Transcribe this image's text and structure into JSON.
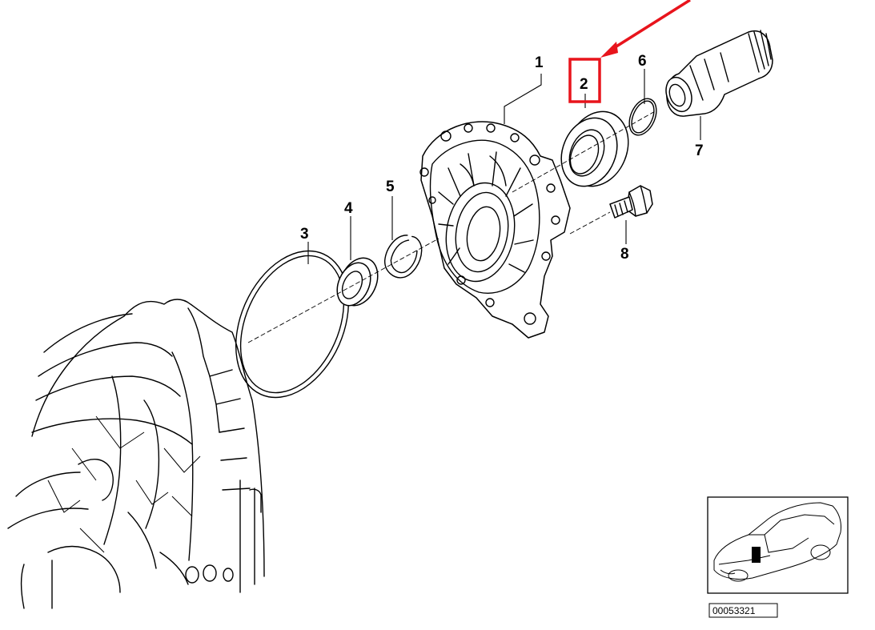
{
  "callouts": [
    {
      "id": "1",
      "label": "1"
    },
    {
      "id": "2",
      "label": "2"
    },
    {
      "id": "3",
      "label": "3"
    },
    {
      "id": "4",
      "label": "4"
    },
    {
      "id": "5",
      "label": "5"
    },
    {
      "id": "6",
      "label": "6"
    },
    {
      "id": "7",
      "label": "7"
    },
    {
      "id": "8",
      "label": "8"
    }
  ],
  "highlight": {
    "target": "2",
    "color": "#e8141c"
  },
  "reference": {
    "code": "00053321"
  }
}
